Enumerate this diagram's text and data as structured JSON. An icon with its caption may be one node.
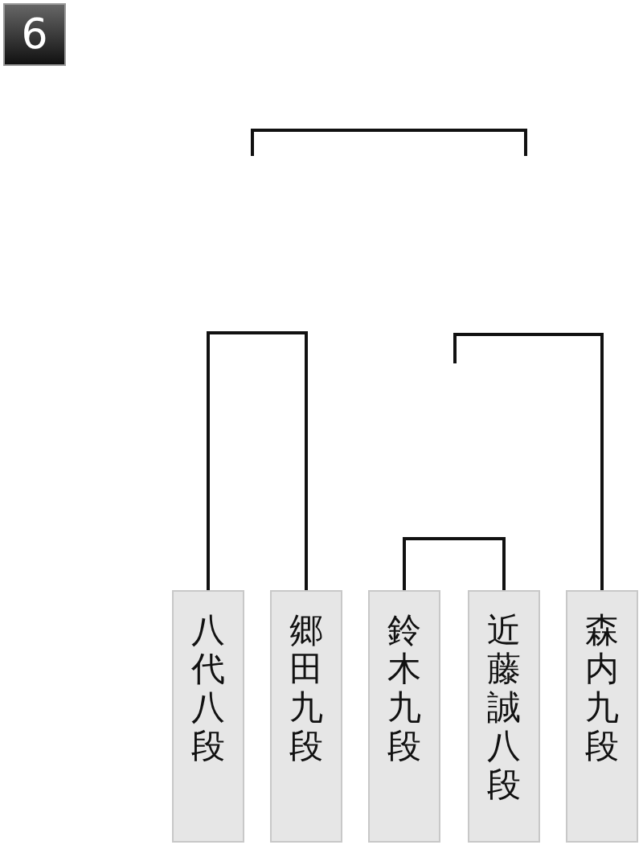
{
  "diagram": {
    "nodes": [
      {
        "text": [
          "八代八段"
        ]
      },
      {
        "text": [
          "郷田九段"
        ]
      },
      {
        "text": [
          "鈴木九段"
        ]
      },
      {
        "text": [
          "近藤誠八段"
        ]
      },
      {
        "text": [
          "森内九段"
        ]
      }
    ],
    "edges": [
      {
        "from": 0,
        "to": 1,
        "arrow": "none"
      },
      {
        "from": 2,
        "to": 3,
        "arrow": "none"
      },
      {
        "from": 4,
        "to": null,
        "arrow": "none"
      }
    ],
    "labels": [
      "6"
    ]
  }
}
